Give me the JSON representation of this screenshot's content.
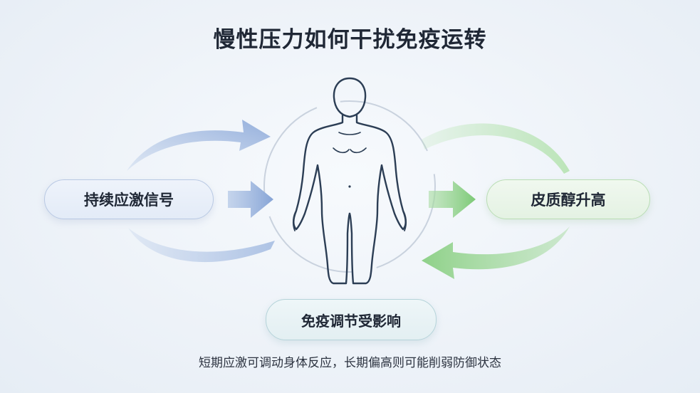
{
  "title": "慢性压力如何干扰免疫运转",
  "nodes": {
    "left": "持续应激信号",
    "right": "皮质醇升高",
    "bottom": "免疫调节受影响"
  },
  "caption": "短期应激可调动身体反应，长期偏高则可能削弱防御状态",
  "colors": {
    "blue_accent": "#9fb7de",
    "green_accent": "#9fd79a",
    "title_text": "#1f2735",
    "body_outline": "#2c3e55"
  },
  "icons": {
    "center_figure": "human-body-outline-icon"
  }
}
